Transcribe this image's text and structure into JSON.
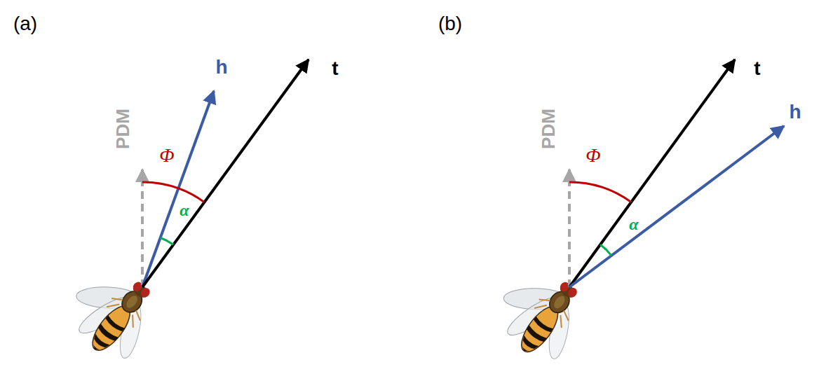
{
  "diagram": {
    "labels": [
      "(a)",
      "PDM",
      "h",
      "t",
      "Φ",
      "α",
      "(b)",
      "PDM",
      "t",
      "h",
      "Φ",
      "α"
    ]
  }
}
